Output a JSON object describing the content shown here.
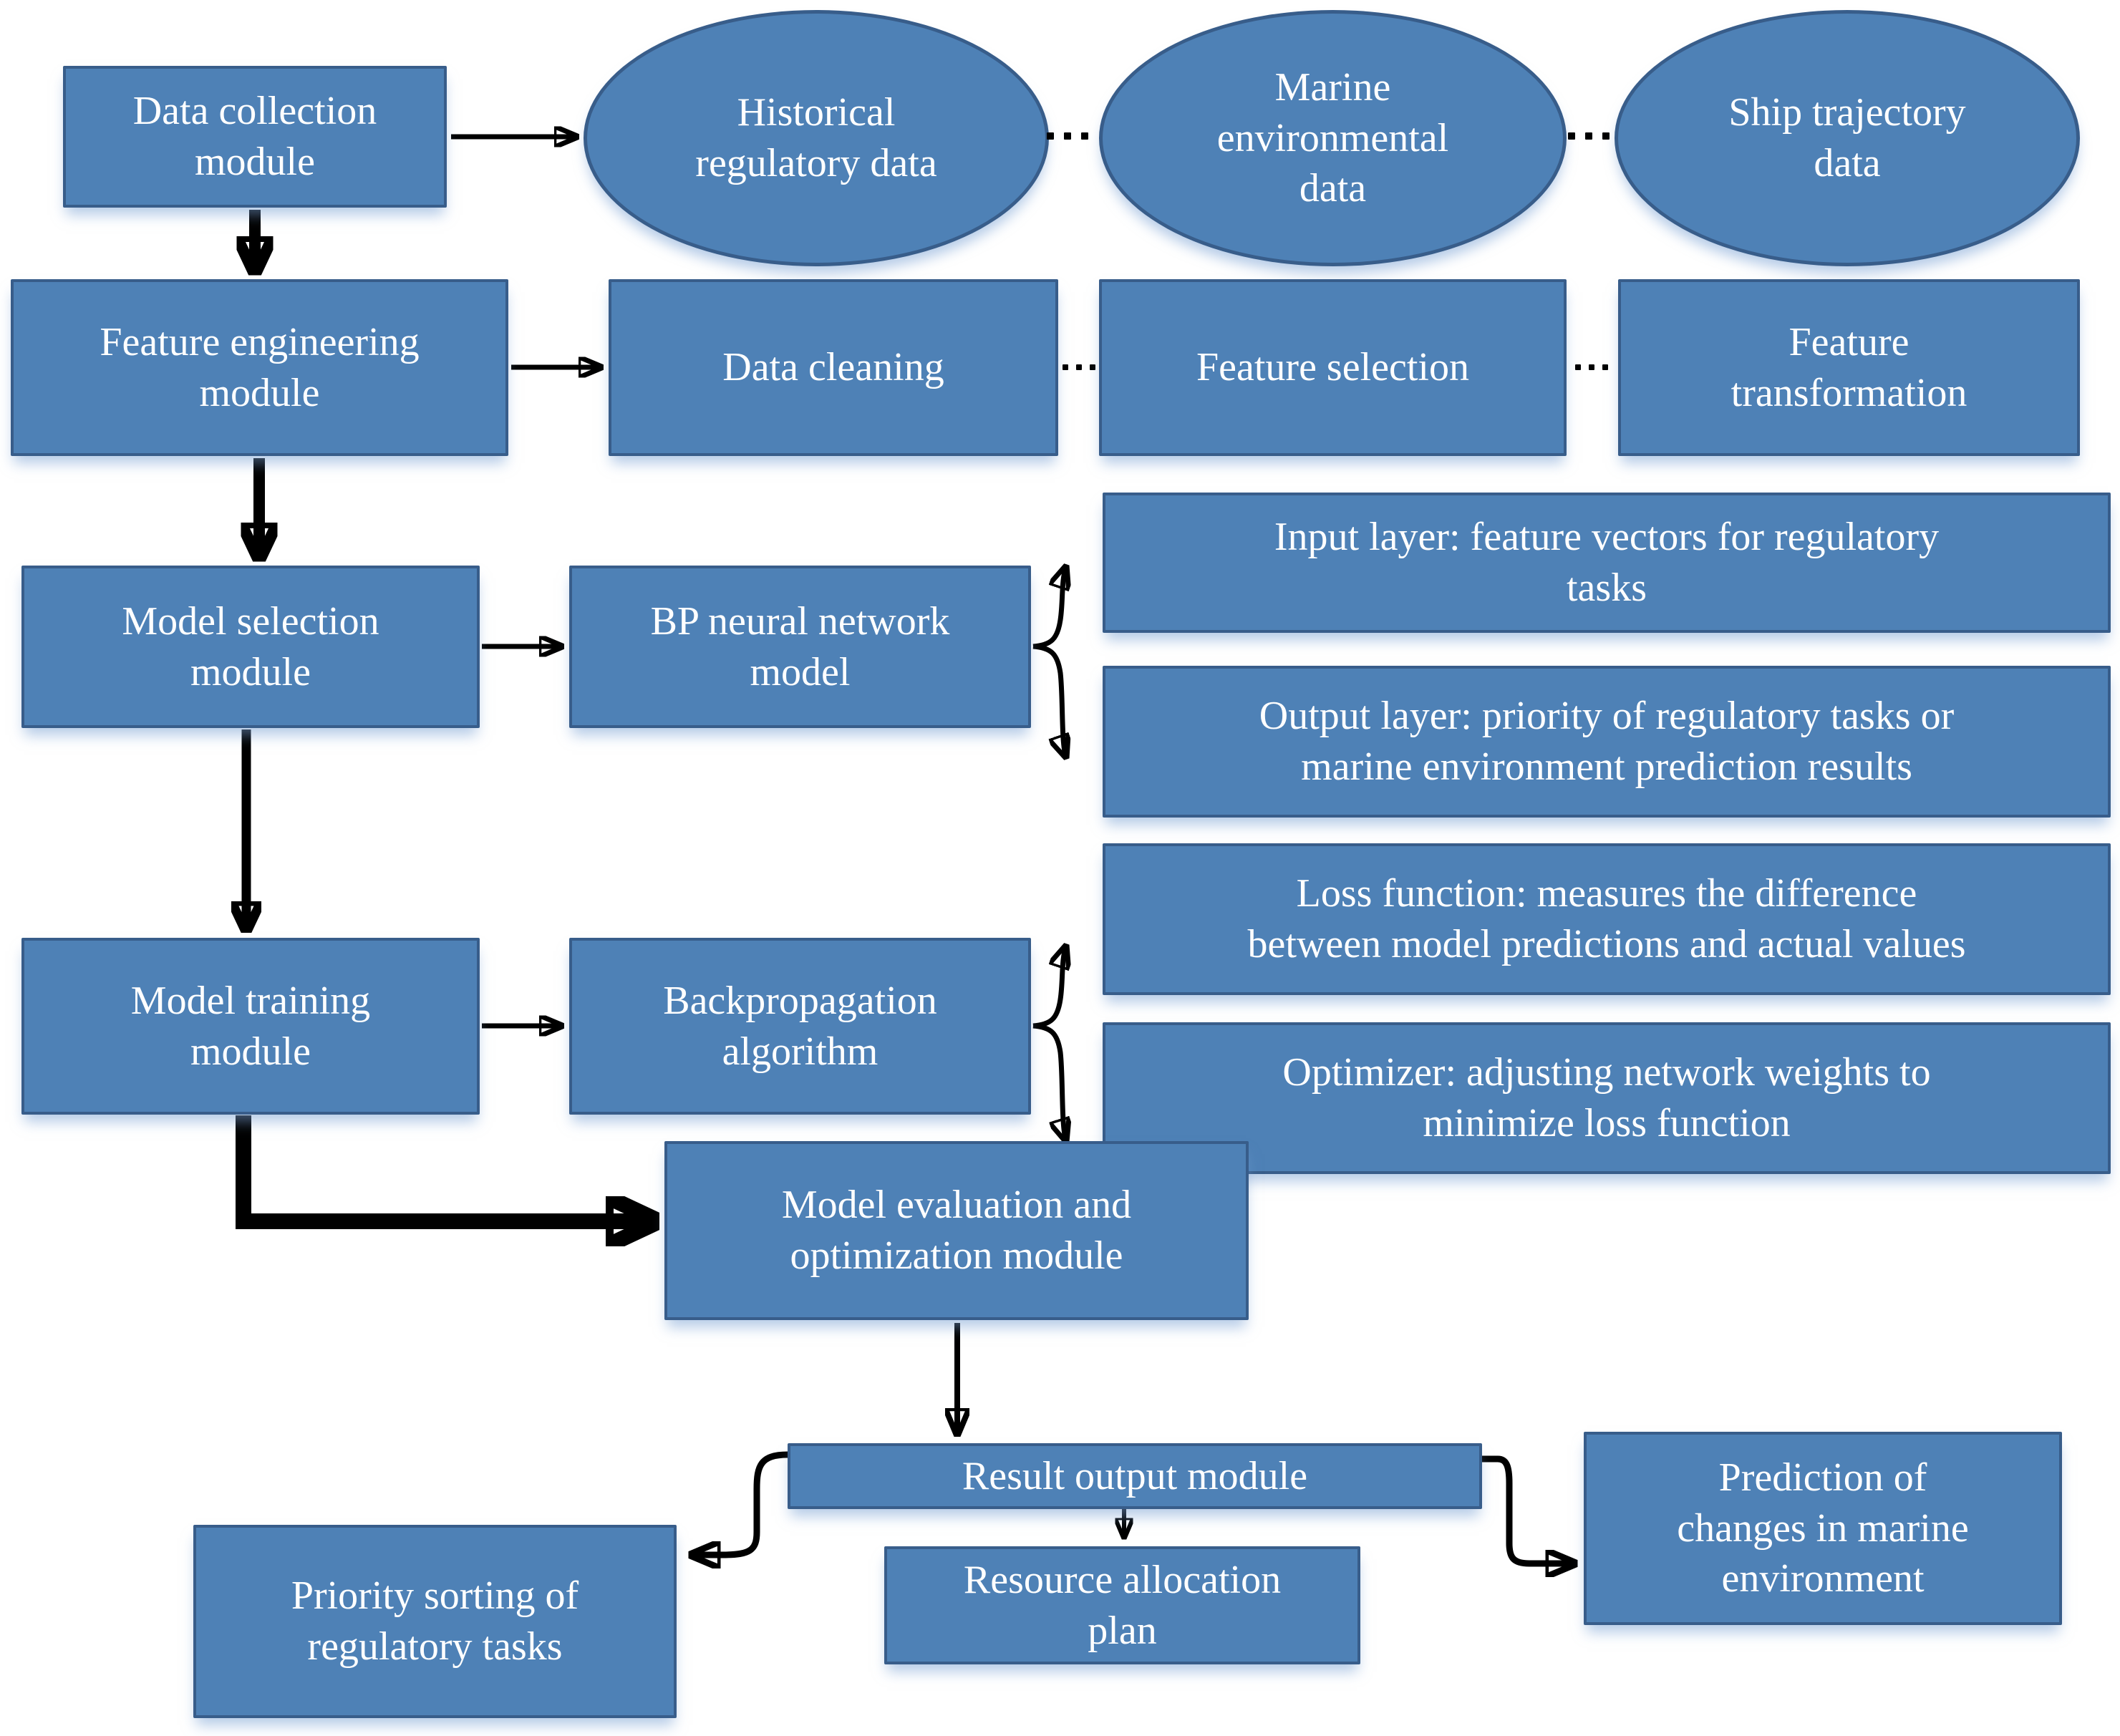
{
  "diagram": {
    "type": "flowchart",
    "description": "BP neural network based marine regulation system architecture"
  },
  "colors": {
    "node_fill": "#4E81B6",
    "node_border": "#385D8A",
    "text": "#ffffff",
    "arrow": "#000000",
    "background": "#ffffff"
  },
  "nodes": {
    "data_collection": {
      "label": "Data collection\nmodule"
    },
    "historical_data": {
      "label": "Historical\nregulatory data"
    },
    "marine_env_data": {
      "label": "Marine\nenvironmental\ndata"
    },
    "ship_trajectory_data": {
      "label": "Ship trajectory\ndata"
    },
    "feature_engineering": {
      "label": "Feature engineering\nmodule"
    },
    "data_cleaning": {
      "label": "Data cleaning"
    },
    "feature_selection": {
      "label": "Feature selection"
    },
    "feature_transformation": {
      "label": "Feature\ntransformation"
    },
    "model_selection": {
      "label": "Model selection\nmodule"
    },
    "bp_neural_network": {
      "label": "BP neural network\nmodel"
    },
    "input_layer": {
      "label": "Input layer: feature vectors for regulatory\ntasks"
    },
    "output_layer": {
      "label": "Output layer: priority of regulatory tasks or\nmarine environment prediction results"
    },
    "model_training": {
      "label": "Model training\nmodule"
    },
    "backpropagation": {
      "label": "Backpropagation\nalgorithm"
    },
    "loss_function": {
      "label": "Loss function: measures the difference\nbetween model predictions and actual values"
    },
    "optimizer": {
      "label": "Optimizer: adjusting network weights to\nminimize loss function"
    },
    "model_evaluation": {
      "label": "Model evaluation and\noptimization module"
    },
    "result_output": {
      "label": "Result output module"
    },
    "priority_sorting": {
      "label": "Priority sorting of\nregulatory tasks"
    },
    "resource_allocation": {
      "label": "Resource allocation\nplan"
    },
    "prediction_changes": {
      "label": "Prediction of\nchanges in marine\nenvironment"
    }
  }
}
